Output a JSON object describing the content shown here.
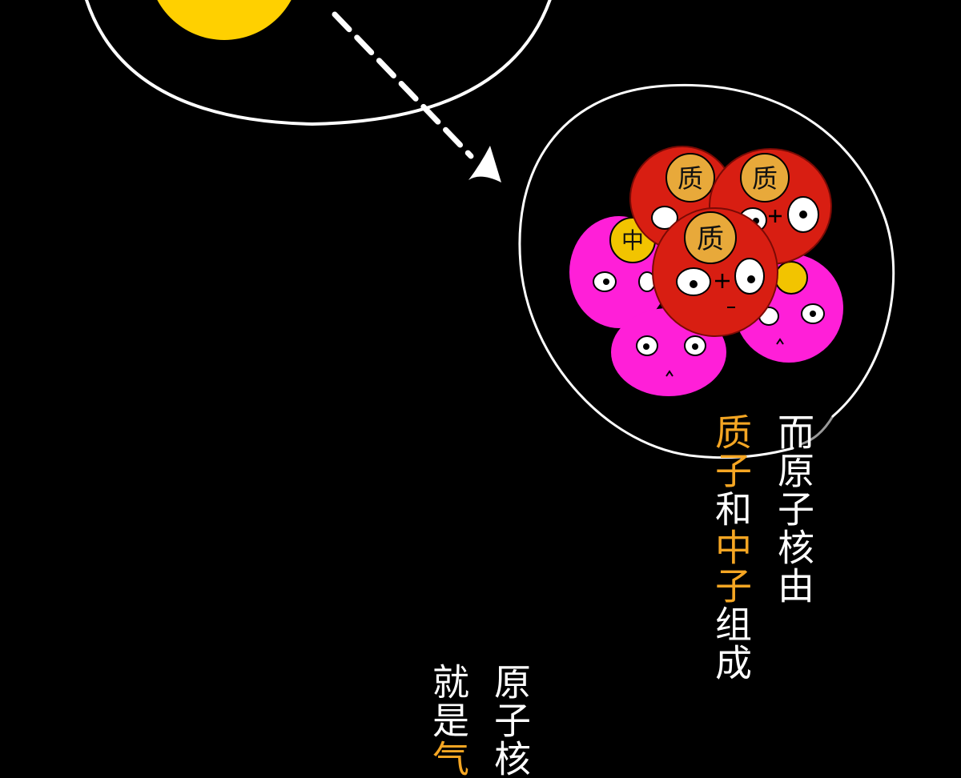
{
  "caption_1": {
    "line_1": "而原子核由",
    "line_2_part_1": "质子",
    "line_2_part_2": "和",
    "line_2_part_3": "中子",
    "line_2_part_4": "组成"
  },
  "caption_2": {
    "line_1": "原子核",
    "line_2_part_1": "就是",
    "line_2_part_2": "气"
  },
  "particle_labels": {
    "proton": "质",
    "neutron": "中"
  },
  "colors": {
    "background": "#000000",
    "highlight": "#f5a623",
    "proton": "#d81e12",
    "neutron": "#ff1fd8",
    "badge": "#e8a93a",
    "neutron_badge": "#f2c400",
    "core": "#ffd000"
  }
}
